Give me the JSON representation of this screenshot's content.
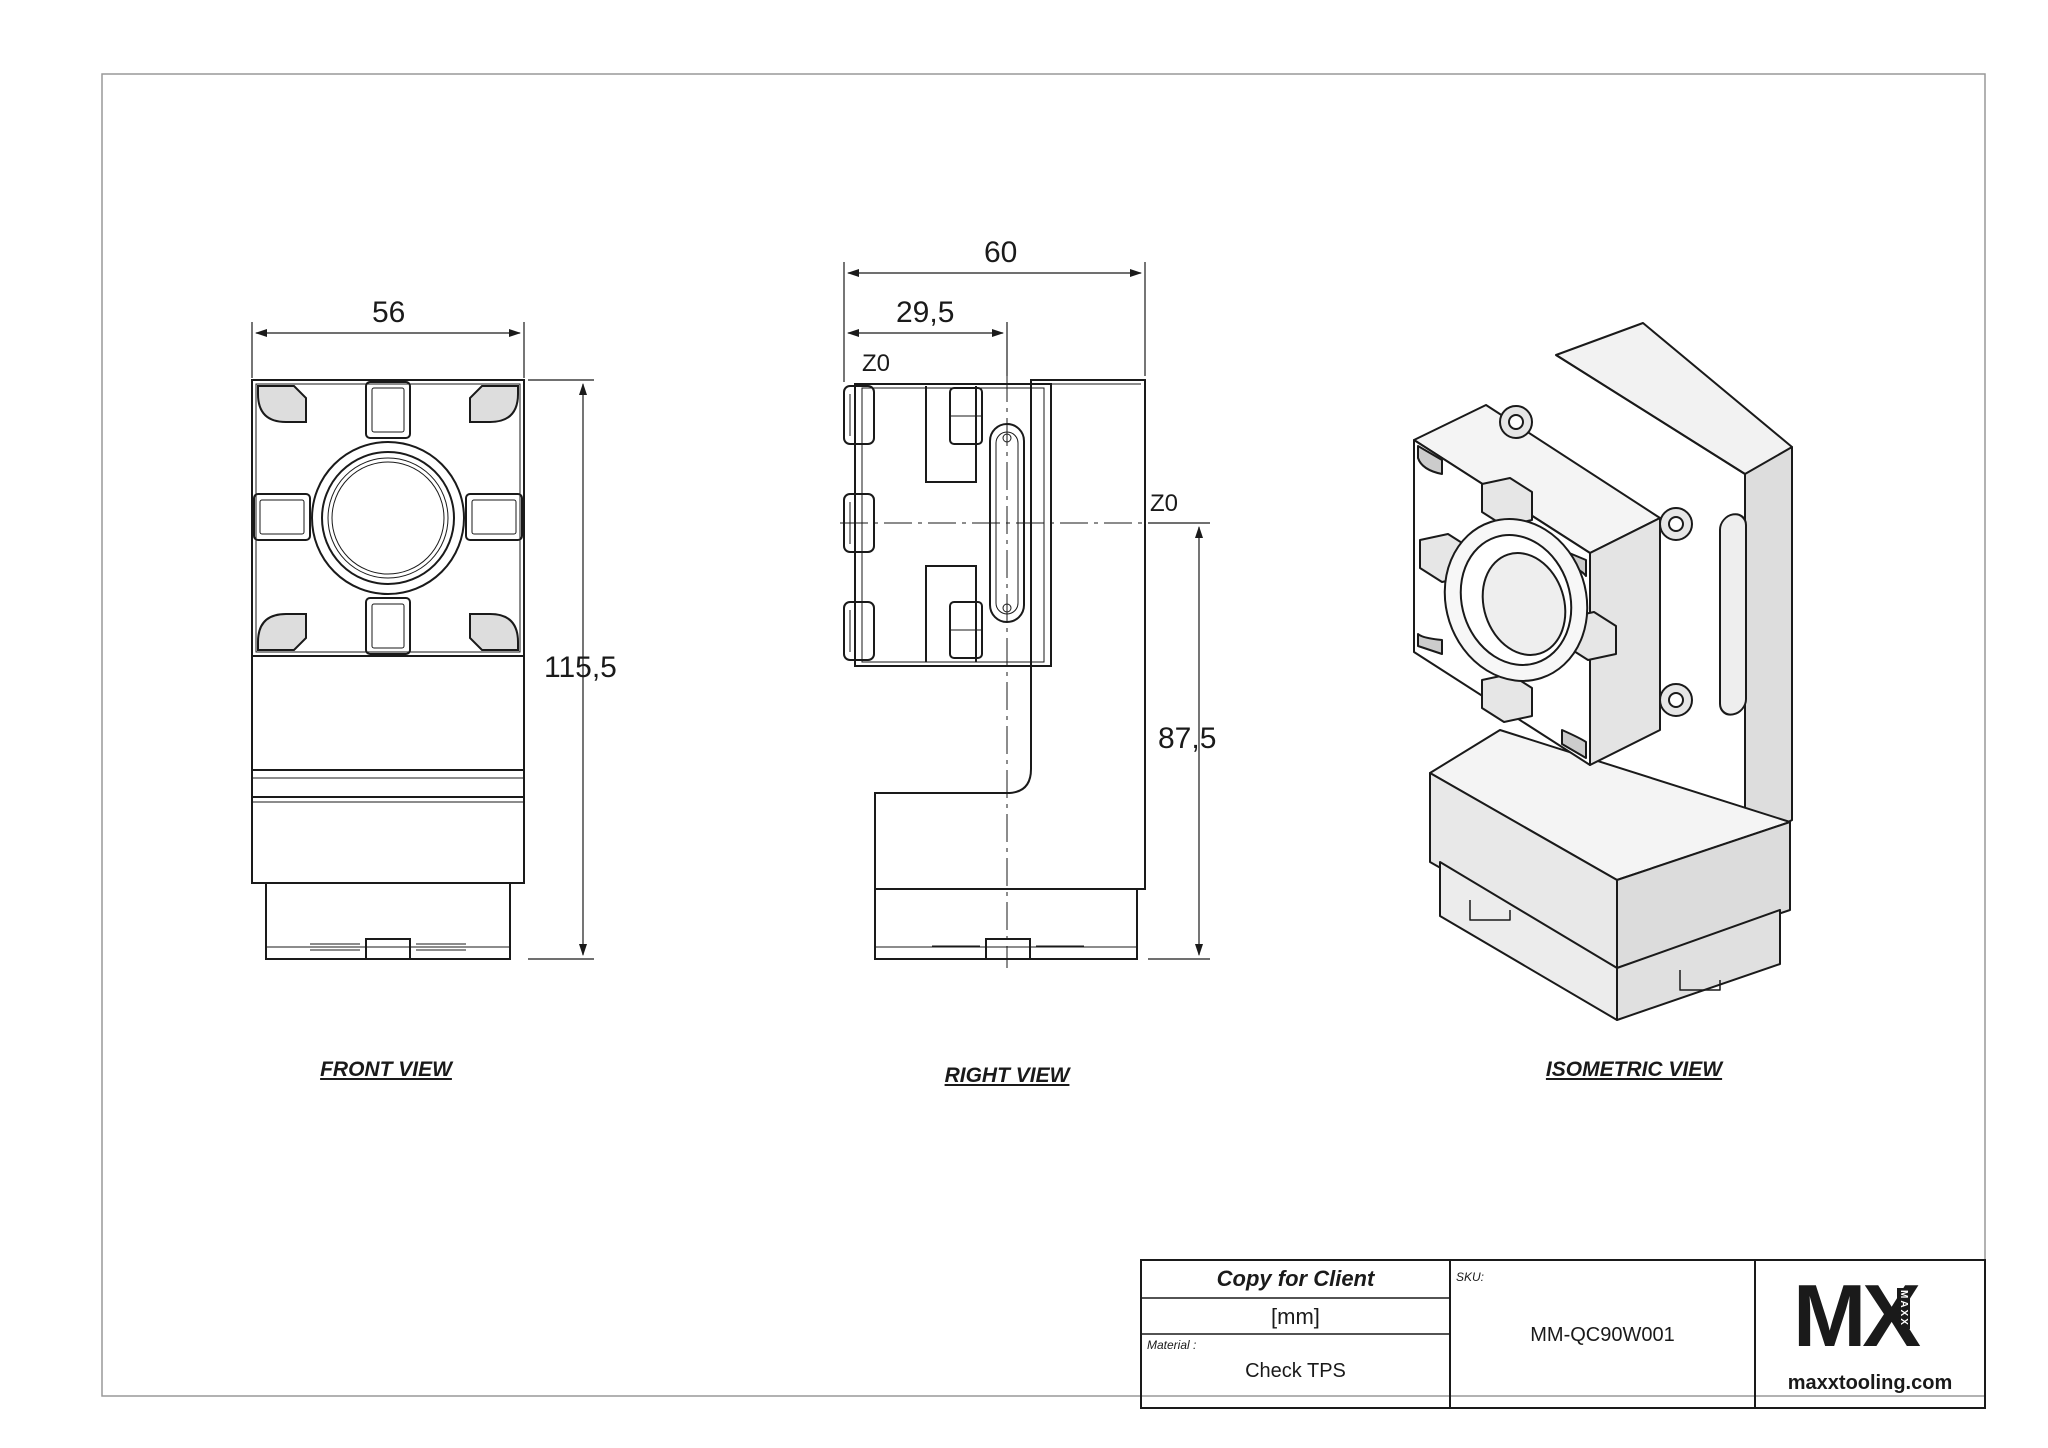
{
  "views": {
    "front": {
      "label": "FRONT VIEW"
    },
    "right": {
      "label": "RIGHT VIEW"
    },
    "isometric": {
      "label": "ISOMETRIC VIEW"
    }
  },
  "dimensions": {
    "front_width": "56",
    "front_height": "115,5",
    "right_width": "60",
    "right_offset": "29,5",
    "right_height": "87,5",
    "zero_ref": "Z0"
  },
  "title_block": {
    "copy_label": "Copy for Client",
    "units": "[mm]",
    "material_caption": "Material :",
    "material_value": "Check TPS",
    "sku_caption": "SKU:",
    "sku_value": "MM-QC90W001",
    "logo_text": "MX",
    "logo_small": "MAXX",
    "website": "maxxtooling.com"
  },
  "colors": {
    "line": "#1a1a1a",
    "border": "#999999",
    "shade": "#e8e8e8"
  }
}
